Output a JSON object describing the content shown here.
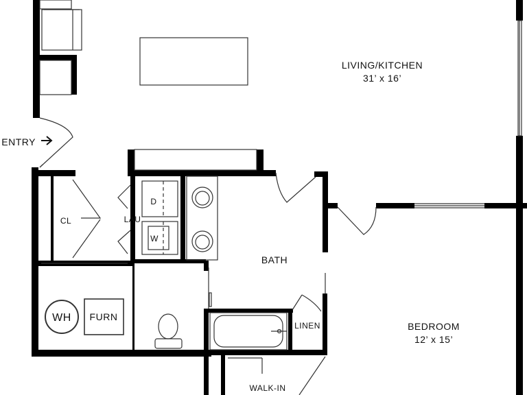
{
  "rooms": {
    "living_kitchen": {
      "name": "LIVING/KITCHEN",
      "size": "31’ x 16’"
    },
    "bedroom": {
      "name": "BEDROOM",
      "size": "12’ x 15’"
    },
    "bath": {
      "name": "BATH"
    },
    "entry": {
      "name": "ENTRY"
    },
    "closet": {
      "name": "CL"
    },
    "laundry": {
      "name": "LAU"
    },
    "linen": {
      "name": "LINEN"
    },
    "walk_in": {
      "name": "WALK-IN"
    }
  },
  "appliances": {
    "dryer": "D",
    "washer": "W",
    "water_heater": "WH",
    "furnace": "FURN"
  },
  "colors": {
    "wall": "#000000",
    "line": "#333333",
    "background": "#ffffff"
  }
}
